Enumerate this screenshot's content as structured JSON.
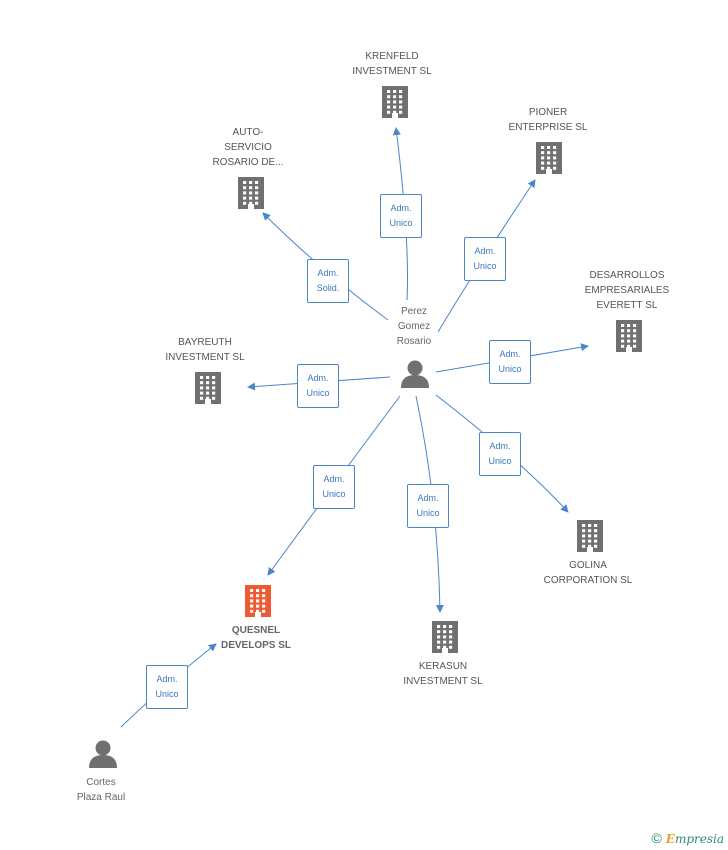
{
  "colors": {
    "edge": "#4a86c8",
    "building": "#707070",
    "focus_building": "#f05a30",
    "person": "#707070"
  },
  "nodes": {
    "perez": {
      "label": "Perez\nGomez\nRosario",
      "type": "person"
    },
    "krenfeld": {
      "label": "KRENFELD\nINVESTMENT SL",
      "type": "company"
    },
    "pioner": {
      "label": "PIONER\nENTERPRISE  SL",
      "type": "company"
    },
    "auto": {
      "label": "AUTO-\nSERVICIO\nROSARIO DE...",
      "type": "company"
    },
    "desarrollos": {
      "label": "DESARROLLOS\nEMPRESARIALES\nEVERETT SL",
      "type": "company"
    },
    "bayreuth": {
      "label": "BAYREUTH\nINVESTMENT SL",
      "type": "company"
    },
    "golina": {
      "label": "GOLINA\nCORPORATION SL",
      "type": "company"
    },
    "quesnel": {
      "label": "QUESNEL\nDEVELOPS  SL",
      "type": "focus"
    },
    "kerasun": {
      "label": "KERASUN\nINVESTMENT SL",
      "type": "company"
    },
    "cortes": {
      "label": "Cortes\nPlaza Raul",
      "type": "person"
    }
  },
  "relations": {
    "krenfeld": {
      "line1": "Adm.",
      "line2": "Unico"
    },
    "pioner": {
      "line1": "Adm.",
      "line2": "Unico"
    },
    "auto": {
      "line1": "Adm.",
      "line2": "Solid."
    },
    "desarrollos": {
      "line1": "Adm.",
      "line2": "Unico"
    },
    "bayreuth": {
      "line1": "Adm.",
      "line2": "Unico"
    },
    "golina": {
      "line1": "Adm.",
      "line2": "Unico"
    },
    "quesnel": {
      "line1": "Adm.",
      "line2": "Unico"
    },
    "kerasun": {
      "line1": "Adm.",
      "line2": "Unico"
    },
    "cortes": {
      "line1": "Adm.",
      "line2": "Unico"
    }
  },
  "footer": {
    "copyright": "©",
    "brand_first": "E",
    "brand_rest": "mpresia"
  }
}
